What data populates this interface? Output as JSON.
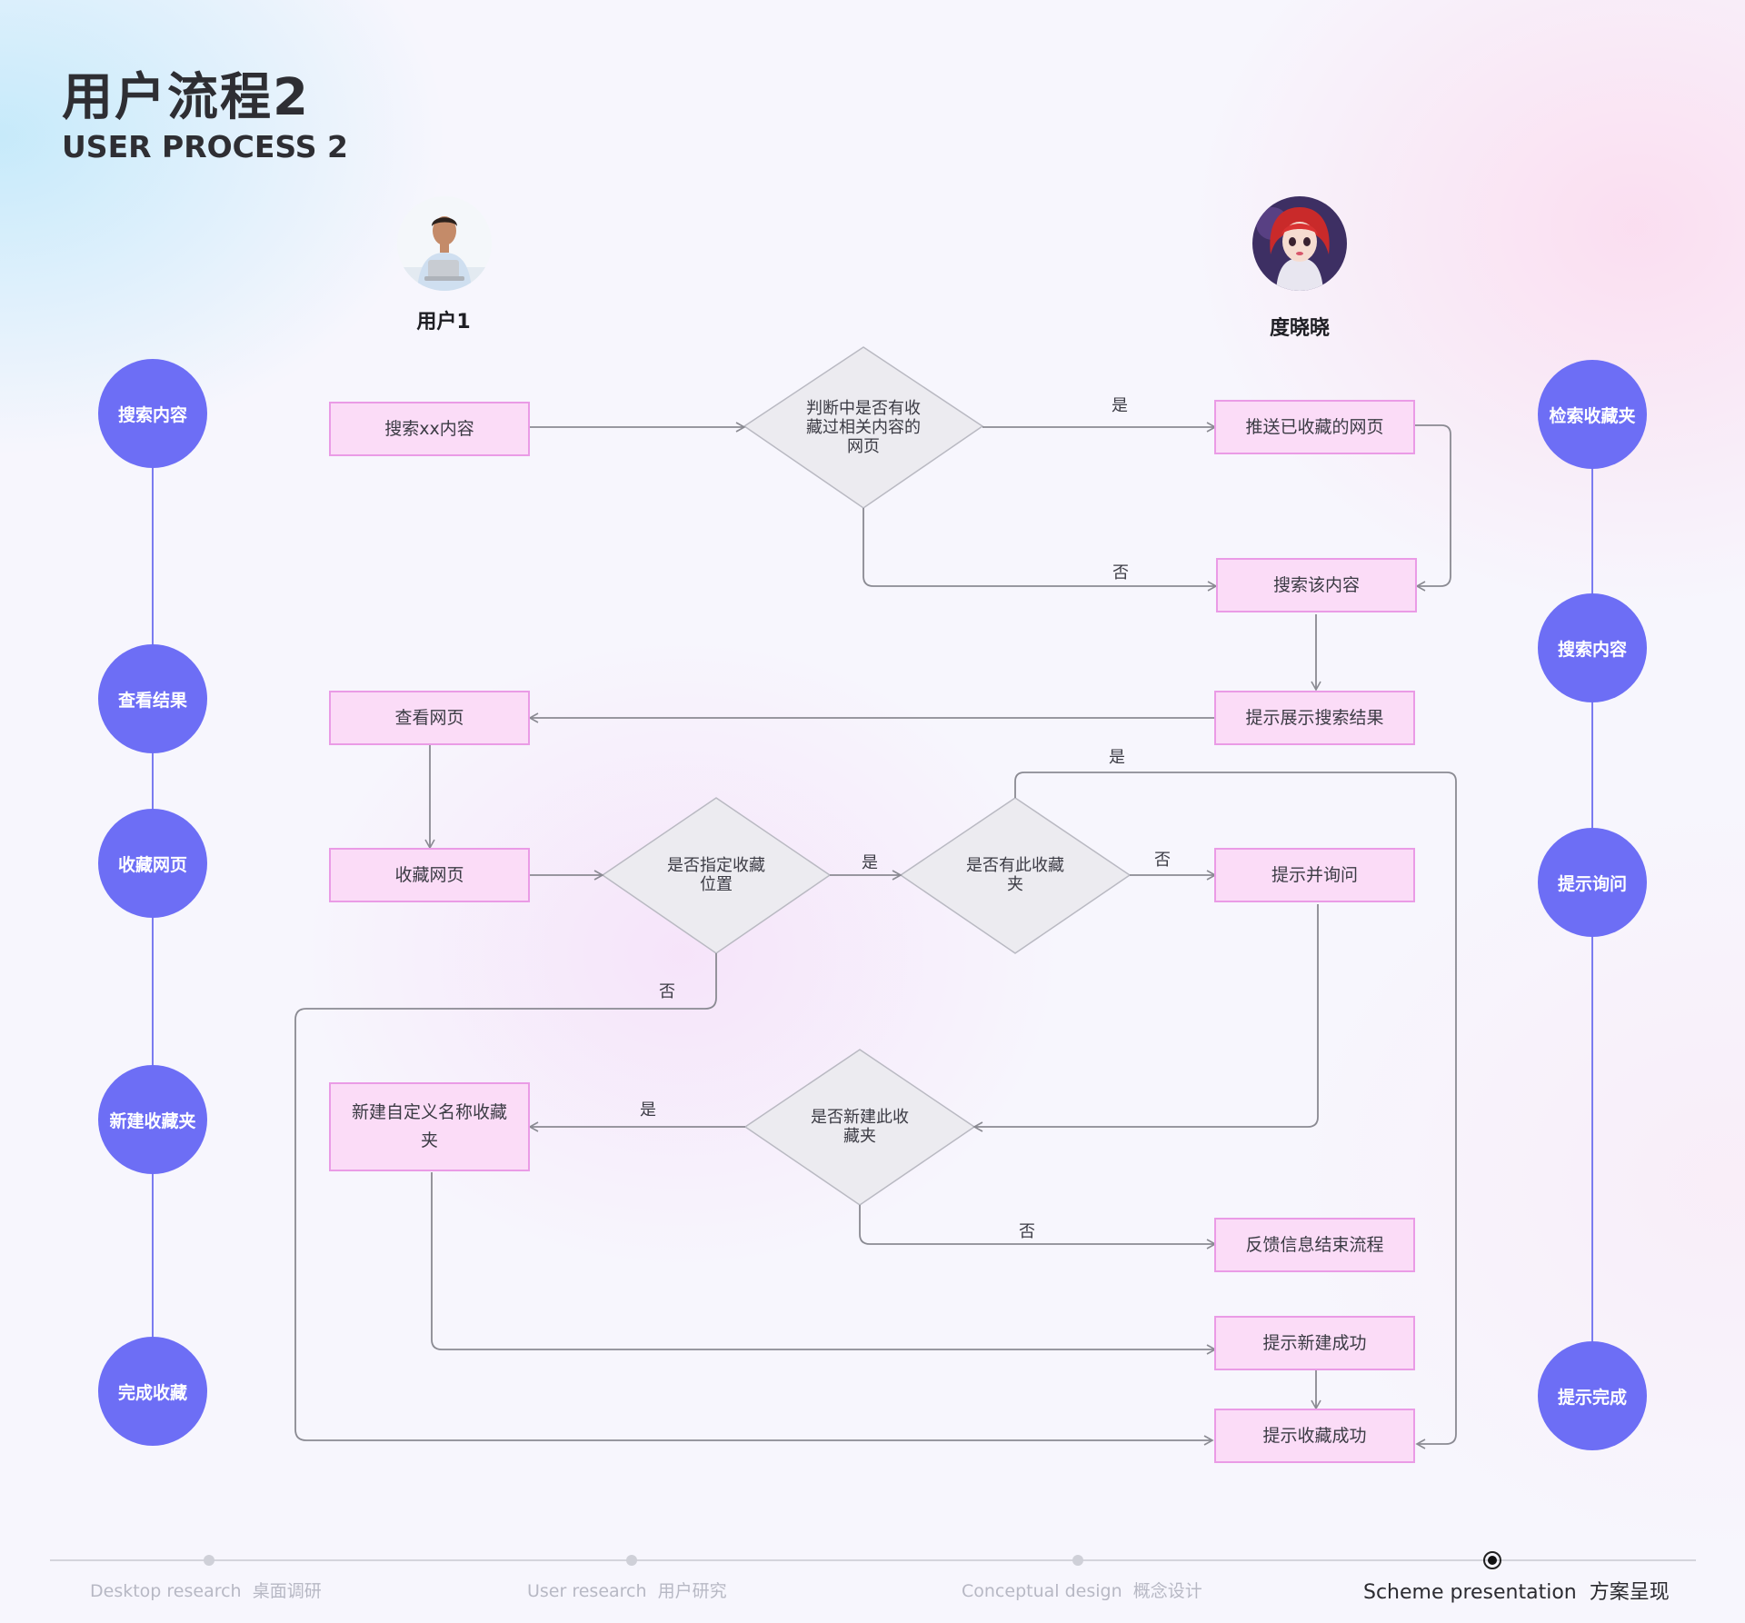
{
  "header": {
    "title": "用户流程2",
    "subtitle": "USER PROCESS 2"
  },
  "people": {
    "user": "用户1",
    "assistant": "度晓晓"
  },
  "user_steps": [
    "搜索内容",
    "查看结果",
    "收藏网页",
    "新建收藏夹",
    "完成收藏"
  ],
  "assistant_steps": [
    "检索收藏夹",
    "搜索内容",
    "提示询问",
    "提示完成"
  ],
  "nodes": {
    "search_xx": "搜索xx内容",
    "push_saved": "推送已收藏的网页",
    "search_this": "搜索该内容",
    "show_results": "提示展示搜索结果",
    "view_page": "查看网页",
    "save_page": "收藏网页",
    "prompt_ask": "提示并询问",
    "new_custom": "新建自定义名称收藏夹",
    "feedback_end": "反馈信息结束流程",
    "new_success": "提示新建成功",
    "save_success": "提示收藏成功"
  },
  "decisions": {
    "d1": "判断中是否有收藏过相关内容的网页",
    "d2": "是否指定收藏位置",
    "d3": "是否有此收藏夹",
    "d4": "是否新建此收藏夹"
  },
  "edge_labels": {
    "yes": "是",
    "no": "否"
  },
  "nav": [
    {
      "en": "Desktop research",
      "zh": "桌面调研",
      "active": false
    },
    {
      "en": "User research",
      "zh": "用户研究",
      "active": false
    },
    {
      "en": "Conceptual design",
      "zh": "概念设计",
      "active": false
    },
    {
      "en": "Scheme presentation",
      "zh": "方案呈现",
      "active": true
    }
  ],
  "colors": {
    "step_circle": "#6d6ef5",
    "node_fill": "#fbdcf7",
    "node_border": "#ea9be6",
    "decision_fill": "#ecebf0",
    "connector": "#8a8a92"
  }
}
